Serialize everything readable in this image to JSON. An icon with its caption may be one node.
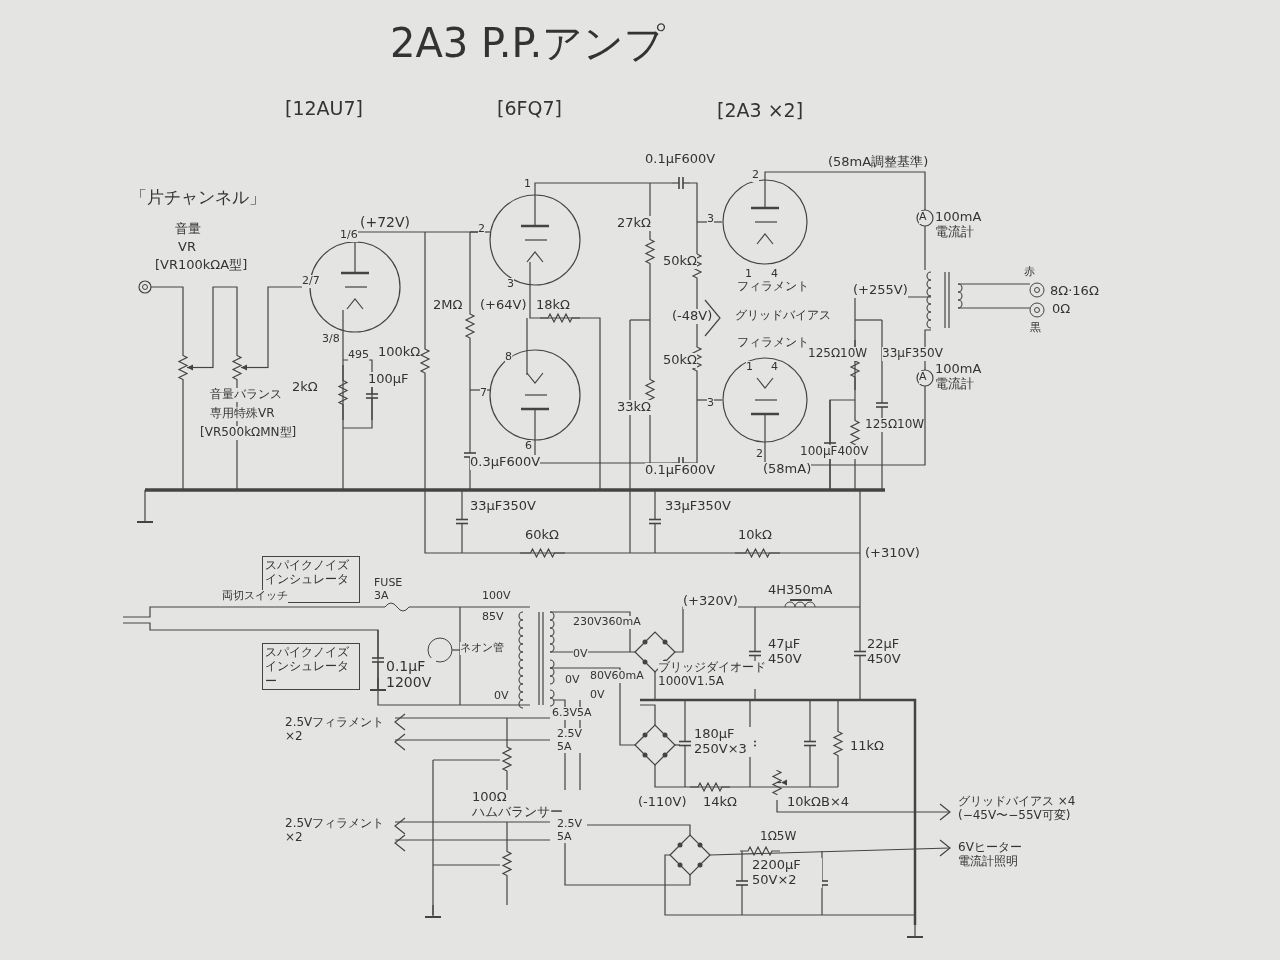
{
  "diagram": {
    "title": "2A3 P.P.アンプ",
    "nodes": [
      {
        "text": [
          "スパイクノイズインシュレーター"
        ]
      },
      {
        "text": [
          "スパイクノイズインシュレーター"
        ]
      }
    ],
    "labels": [
      "[12AU7]",
      "[6FQ7]",
      "[2A3 ×2]",
      "0.1μF600V",
      "(58mA調整基準)",
      "「片チャンネル」",
      "音量",
      "VR",
      "[VR100kΩA型]",
      "1/6",
      "(+72V)",
      "2",
      "1",
      "27kΩ",
      "3",
      "2",
      "100mA 電流計",
      "2/7",
      "3",
      "50kΩ",
      "1",
      "4",
      "フィラメント",
      "(+255V)",
      "赤",
      "8Ω·16Ω",
      "0Ω",
      "黒",
      "2MΩ",
      "(+64V)",
      "18kΩ",
      "(-48V)",
      "グリッドバイアス",
      "3/8",
      "495",
      "100kΩ",
      "8",
      "50kΩ",
      "フィラメント",
      "125Ω10W",
      "33μF350V",
      "1",
      "4",
      "100mA 電流計",
      "100μF",
      "2kΩ",
      "7",
      "33kΩ",
      "3",
      "音量バランス",
      "専用特殊VR",
      "[VR500kΩMN型]",
      "125Ω10W",
      "6",
      "2",
      "100μF400V",
      "0.3μF600V",
      "0.1μF600V",
      "(58mA)",
      "33μF350V",
      "33μF350V",
      "60kΩ",
      "10kΩ",
      "(+310V)",
      "FUSE 3A",
      "両切スイッチ",
      "100V",
      "85V",
      "(+320V)",
      "4H350mA",
      "230V360mA",
      "ネオン管",
      "0.1μF 1200V",
      "0V",
      "ブリッジダイオード 1000V1.5A",
      "47μF 450V",
      "22μF 450V",
      "0V",
      "80V60mA",
      "0V",
      "0V",
      "6.3V5A",
      "2.5Vフィラメント ×2",
      "2.5V 5A",
      "180μF 250V×3",
      "11kΩ",
      "100Ω ハムバランサー",
      "(-110V)",
      "14kΩ",
      "10kΩB×4",
      "グリッドバイアス ×4 (−45V〜−55V可変)",
      "2.5Vフィラメント ×2",
      "2.5V 5A",
      "1Ω5W",
      "2200μF 50V×2",
      "6Vヒーター電流計照明",
      "A",
      "A"
    ]
  }
}
